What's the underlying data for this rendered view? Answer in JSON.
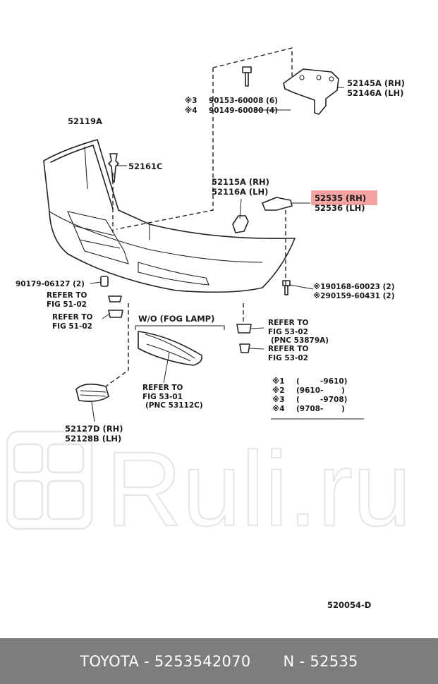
{
  "labels": {
    "p52119A": "52119A",
    "p52161C": "52161C",
    "p52145A": "52145A (RH)",
    "p52146A": "52146A (LH)",
    "note3": "※3",
    "note4": "※4",
    "p90153": "90153-60008 (6)",
    "p90149": "90149-60080 (4)",
    "p52115A": "52115A (RH)",
    "p52116A": "52116A (LH)",
    "p52535": "52535 (RH)",
    "p52536": "52536 (LH)",
    "p90179": "90179-06127 (2)",
    "ref51a_1": "REFER TO",
    "ref51a_2": "FIG 51-02",
    "ref51b_1": "REFER TO",
    "ref51b_2": "FIG 51-02",
    "wofog": "W/O (FOG LAMP)",
    "ref53a_1": "REFER TO",
    "ref53a_2": "FIG 53-02",
    "ref53a_3": "(PNC 53879A)",
    "ref53b_1": "REFER TO",
    "ref53b_2": "FIG 53-02",
    "p190168": "※190168-60023 (2)",
    "p290159": "※290159-60431 (2)",
    "ref5301_1": "REFER TO",
    "ref5301_2": "FIG 53-01",
    "ref5301_3": "(PNC 53112C)",
    "p52127D": "52127D (RH)",
    "p52128B": "52128B (LH)",
    "figure_no": "520054-D"
  },
  "legend": [
    {
      "mark": "※1",
      "range": "(        -9610)"
    },
    {
      "mark": "※2",
      "range": "(9610-       )"
    },
    {
      "mark": "※3",
      "range": "(        -9708)"
    },
    {
      "mark": "※4",
      "range": "(9708-       )"
    }
  ],
  "highlight": {
    "part": "52535 (RH)",
    "color": "#f4a3a3"
  },
  "watermark": {
    "text": "Ruli.ru",
    "color": "#e6e6e6"
  },
  "footer": {
    "left": "TOYOTA - 5253542070",
    "right": "N - 52535",
    "bar_color": "#7d7d7d"
  }
}
